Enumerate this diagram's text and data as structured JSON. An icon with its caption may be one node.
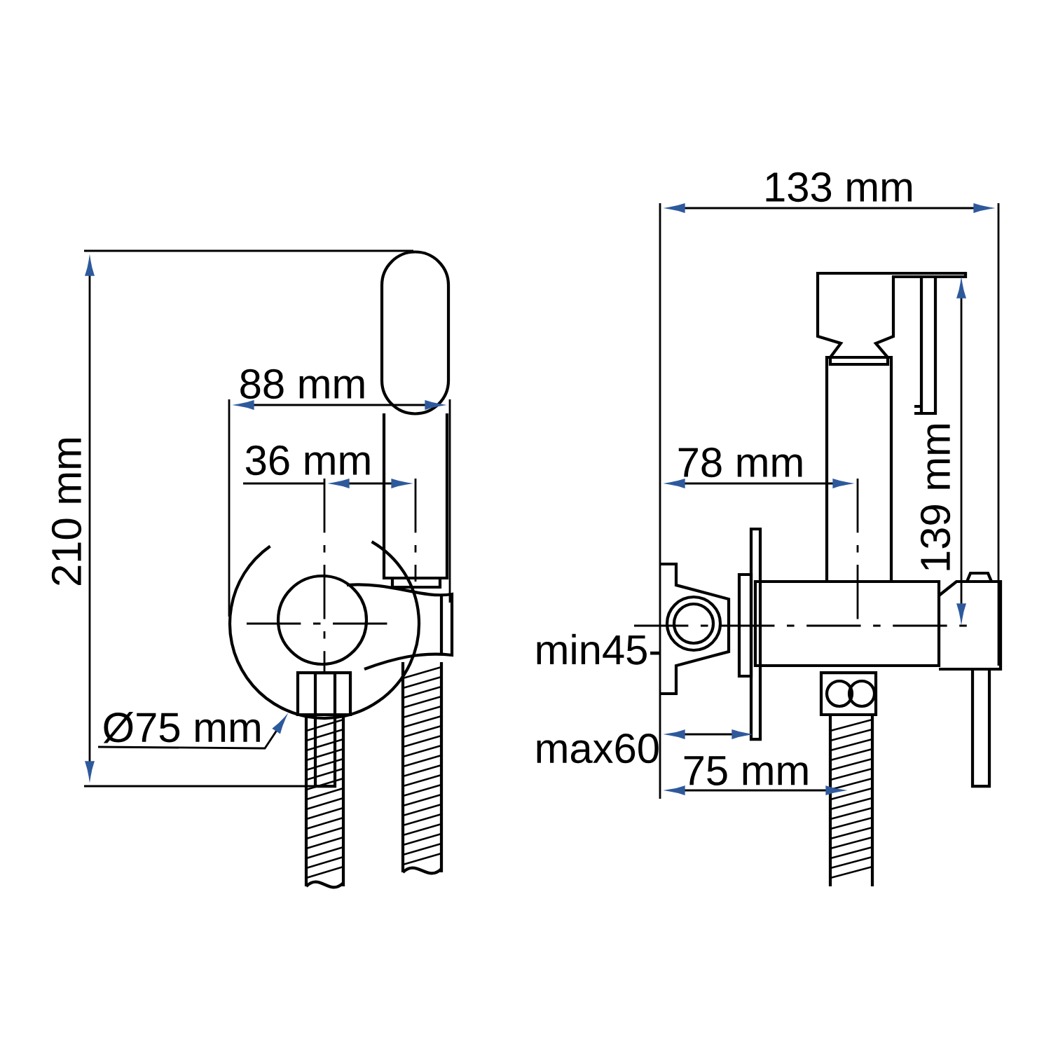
{
  "diagram": {
    "nodes": [
      {
        "text": [
          "Ø75 mm"
        ]
      },
      {
        "text": [],
        "shape": "circle"
      }
    ],
    "edges": [
      {
        "from": 0,
        "to": 1,
        "arrow": "to"
      }
    ],
    "labels": [
      "133 mm",
      "88 mm",
      "36 mm",
      "78 mm",
      "210 mm",
      "139 mm",
      "min45- max60",
      "75 mm"
    ]
  }
}
